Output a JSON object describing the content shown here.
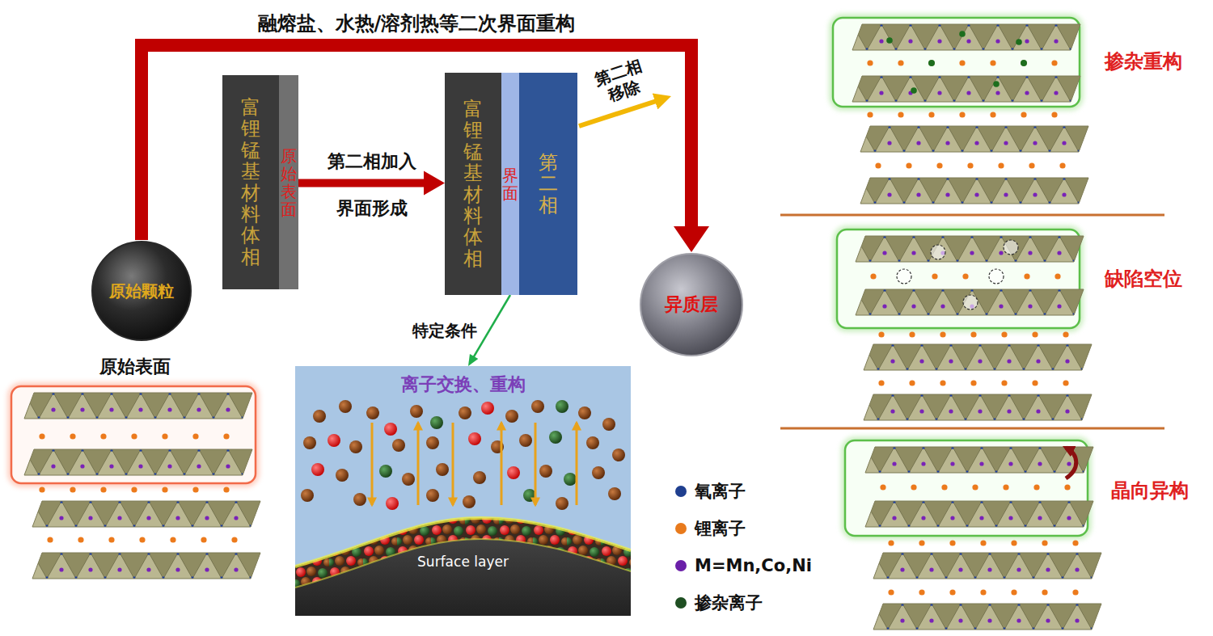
{
  "diagram": {
    "nodes": [
      {
        "text": [
          "原始颗粒"
        ]
      },
      {
        "text": [
          "富锂锰基材料体相"
        ]
      },
      {
        "text": [
          "原始表面"
        ]
      },
      {
        "text": [
          "富锂锰基材料体相"
        ]
      },
      {
        "text": [
          "界面"
        ]
      },
      {
        "text": [
          "第二相"
        ]
      },
      {
        "text": [
          "异质层"
        ]
      },
      {
        "text": [
          "离子交换、重构"
        ]
      },
      {
        "text": [
          "Surface layer"
        ],
        "in": 7
      }
    ],
    "edges": [
      {
        "from": 0,
        "to": 6,
        "label": "融熔盐、水热/溶剂热等二次界面重构",
        "arrow": "to"
      },
      {
        "from": 2,
        "to": 3,
        "label": "第二相加入",
        "arrow": "to"
      },
      {
        "from": 4,
        "to": 7,
        "label": "特定条件",
        "arrow": "to"
      }
    ],
    "labels": [
      "界面形成",
      "第二相 移除",
      "原始表面",
      "掺杂重构",
      "缺陷空位",
      "晶向异构"
    ],
    "legend": [
      {
        "text": "氧离子",
        "color": "#1f3f8f"
      },
      {
        "text": "锂离子",
        "color": "#e87a1c"
      },
      {
        "text": "M=Mn,Co,Ni",
        "color": "#6a1fa8"
      },
      {
        "text": "掺杂离子",
        "color": "#1f4f22"
      }
    ]
  }
}
